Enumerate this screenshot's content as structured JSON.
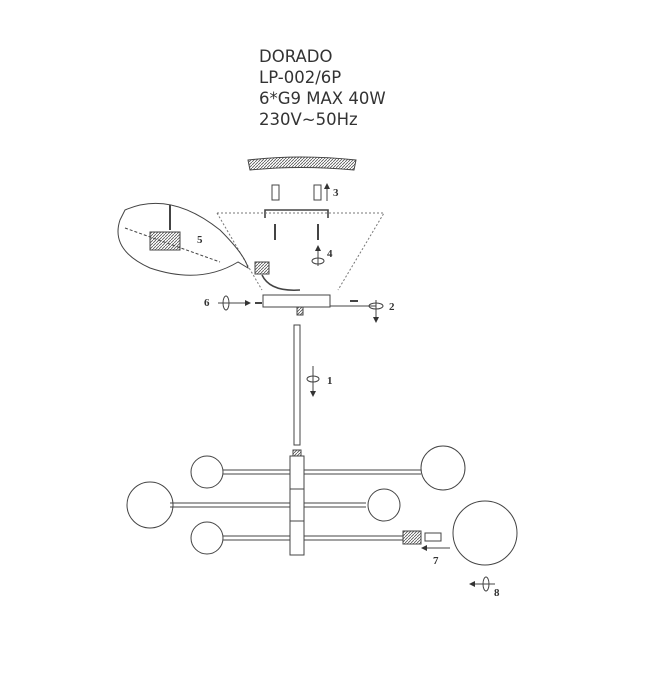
{
  "header": {
    "product_name": "DORADO",
    "model": "LP-002/6P",
    "lamps": "6*G9 MAX 40W",
    "voltage": "230V~50Hz"
  },
  "steps": [
    "1",
    "2",
    "3",
    "4",
    "5",
    "6",
    "7",
    "8"
  ]
}
